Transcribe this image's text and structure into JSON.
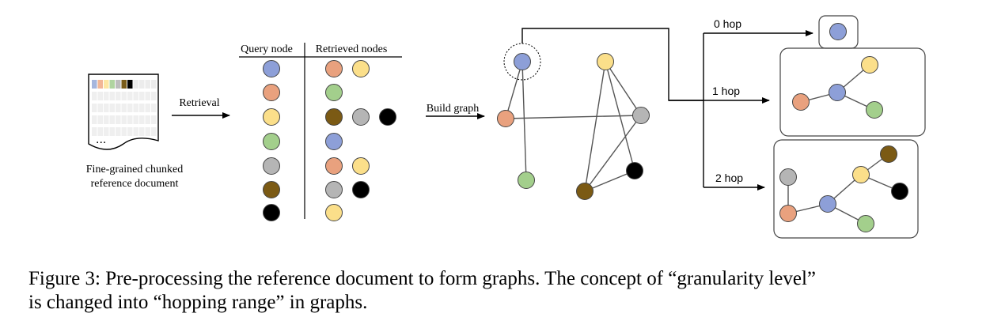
{
  "document": {
    "ellipsis": "...",
    "label_line1": "Fine-grained chunked",
    "label_line2": "reference document",
    "strip_colors": [
      "#a6b6dd",
      "#f2b696",
      "#fde7a3",
      "#b0d4a0",
      "#bdbdbd",
      "#7a5c1a",
      "#000000"
    ]
  },
  "arrows": {
    "retrieval": "Retrieval",
    "build_graph": "Build graph"
  },
  "table": {
    "query_header": "Query node",
    "retrieved_header": "Retrieved nodes",
    "rows": [
      {
        "query": "blue",
        "retrieved": [
          "orange",
          "yellow"
        ]
      },
      {
        "query": "orange",
        "retrieved": [
          "green"
        ]
      },
      {
        "query": "yellow",
        "retrieved": [
          "brown",
          "gray",
          "black"
        ]
      },
      {
        "query": "green",
        "retrieved": [
          "blue"
        ]
      },
      {
        "query": "gray",
        "retrieved": [
          "orange",
          "yellow"
        ]
      },
      {
        "query": "brown",
        "retrieved": [
          "gray",
          "black"
        ]
      },
      {
        "query": "black",
        "retrieved": [
          "yellow"
        ]
      }
    ]
  },
  "node_colors": {
    "blue": "#8d9fd8",
    "orange": "#e9a17e",
    "yellow": "#fbdf8a",
    "green": "#a3cf8c",
    "gray": "#b5b5b5",
    "brown": "#7b5a14",
    "black": "#000000"
  },
  "graph": {
    "nodes": [
      "blue",
      "yellow",
      "orange",
      "gray",
      "green",
      "brown",
      "black"
    ],
    "edges": [
      [
        "blue",
        "orange"
      ],
      [
        "blue",
        "green"
      ],
      [
        "orange",
        "gray"
      ],
      [
        "yellow",
        "gray"
      ],
      [
        "yellow",
        "brown"
      ],
      [
        "yellow",
        "black"
      ],
      [
        "gray",
        "brown"
      ],
      [
        "brown",
        "black"
      ]
    ]
  },
  "hops": {
    "hop0": "0 hop",
    "hop1": "1 hop",
    "hop2": "2 hop"
  },
  "caption": {
    "line1": "Figure 3: Pre-processing the reference document to form graphs. The concept of “granularity level”",
    "line2": "is changed into “hopping range” in graphs."
  }
}
